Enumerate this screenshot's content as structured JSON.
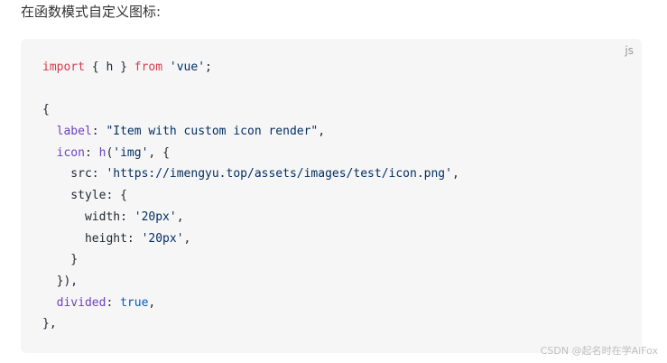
{
  "heading": "在函数模式自定义图标:",
  "code_block": {
    "language": "js",
    "lines": [
      [
        {
          "t": "import",
          "c": "kw"
        },
        {
          "t": " { h } ",
          "c": "punc"
        },
        {
          "t": "from",
          "c": "kw"
        },
        {
          "t": " ",
          "c": "punc"
        },
        {
          "t": "'vue'",
          "c": "str"
        },
        {
          "t": ";",
          "c": "punc"
        }
      ],
      [],
      [
        {
          "t": "{",
          "c": "punc"
        }
      ],
      [
        {
          "t": "  ",
          "c": "punc"
        },
        {
          "t": "label",
          "c": "prop"
        },
        {
          "t": ": ",
          "c": "punc"
        },
        {
          "t": "\"Item with custom icon render\"",
          "c": "str"
        },
        {
          "t": ",",
          "c": "punc"
        }
      ],
      [
        {
          "t": "  ",
          "c": "punc"
        },
        {
          "t": "icon",
          "c": "prop"
        },
        {
          "t": ": ",
          "c": "punc"
        },
        {
          "t": "h",
          "c": "fn"
        },
        {
          "t": "(",
          "c": "punc"
        },
        {
          "t": "'img'",
          "c": "str"
        },
        {
          "t": ", {",
          "c": "punc"
        }
      ],
      [
        {
          "t": "    src: ",
          "c": "punc"
        },
        {
          "t": "'https://imengyu.top/assets/images/test/icon.png'",
          "c": "str"
        },
        {
          "t": ",",
          "c": "punc"
        }
      ],
      [
        {
          "t": "    style: {",
          "c": "punc"
        }
      ],
      [
        {
          "t": "      width: ",
          "c": "punc"
        },
        {
          "t": "'20px'",
          "c": "str"
        },
        {
          "t": ",",
          "c": "punc"
        }
      ],
      [
        {
          "t": "      height: ",
          "c": "punc"
        },
        {
          "t": "'20px'",
          "c": "str"
        },
        {
          "t": ",",
          "c": "punc"
        }
      ],
      [
        {
          "t": "    }",
          "c": "punc"
        }
      ],
      [
        {
          "t": "  }),",
          "c": "punc"
        }
      ],
      [
        {
          "t": "  ",
          "c": "punc"
        },
        {
          "t": "divided",
          "c": "prop"
        },
        {
          "t": ": ",
          "c": "punc"
        },
        {
          "t": "true",
          "c": "bool"
        },
        {
          "t": ",",
          "c": "punc"
        }
      ],
      [
        {
          "t": "},",
          "c": "punc"
        }
      ]
    ]
  },
  "watermark": "CSDN @起名时在学AiFox",
  "colors": {
    "keyword": "#d73a49",
    "string": "#032f62",
    "property": "#6f42c1",
    "boolean": "#005cc5",
    "background": "#f6f6f7"
  }
}
